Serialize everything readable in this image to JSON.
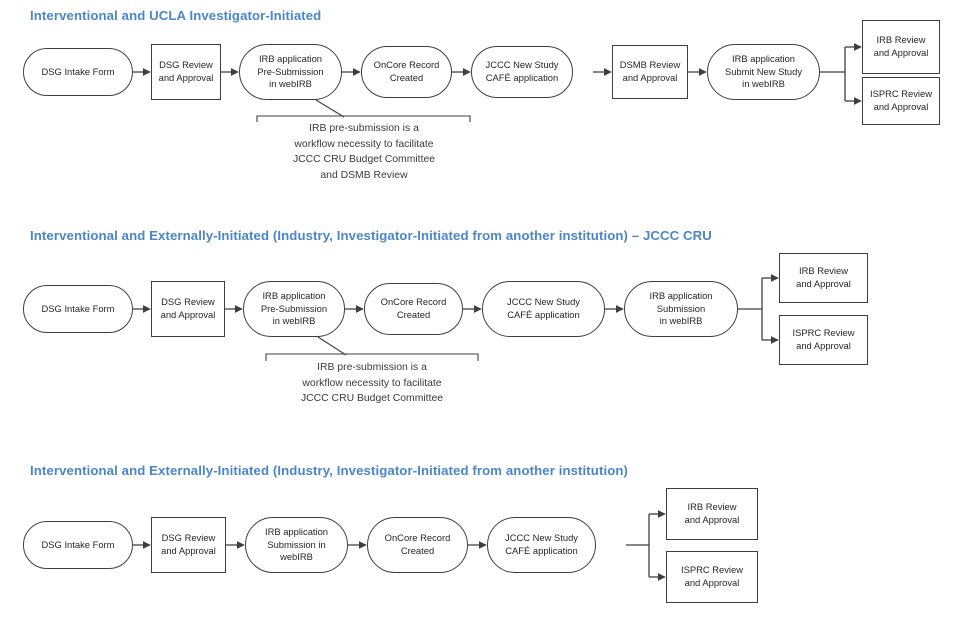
{
  "document": {
    "title": "Clinical Trial Study Startup Workflows",
    "heading_color": "#4a86c8",
    "line_color": "#3f3f3f",
    "text_color": "#262626"
  },
  "sections": [
    {
      "id": "section-1",
      "heading": "Interventional and UCLA Investigator-Initiated",
      "nodes": [
        {
          "id": "r1-n1",
          "shape": "oval",
          "label": "DSG Intake Form"
        },
        {
          "id": "r1-n2",
          "shape": "rect",
          "label": "DSG Review\nand Approval"
        },
        {
          "id": "r1-n3",
          "shape": "oval",
          "label": "IRB application\nPre-Submission\nin webIRB"
        },
        {
          "id": "r1-n4",
          "shape": "oval",
          "label": "OnCore Record\nCreated"
        },
        {
          "id": "r1-n5",
          "shape": "oval",
          "label": "JCCC New Study\nCAFÉ application"
        },
        {
          "id": "r1-n6",
          "shape": "rect",
          "label": "DSMB Review\nand Approval"
        },
        {
          "id": "r1-n7",
          "shape": "oval",
          "label": "IRB application\nSubmit New Study\nin webIRB"
        },
        {
          "id": "r1-n8",
          "shape": "rect",
          "label": "IRB Review\nand Approval"
        },
        {
          "id": "r1-n9",
          "shape": "rect",
          "label": "ISPRC Review\nand Approval"
        }
      ],
      "note": "IRB pre-submission is a\nworkflow necessity to facilitate\nJCCC CRU Budget Committee\nand DSMB Review"
    },
    {
      "id": "section-2",
      "heading": "Interventional and Externally-Initiated (Industry,  Investigator-Initiated from another institution) – JCCC CRU",
      "nodes": [
        {
          "id": "r2-n1",
          "shape": "oval",
          "label": "DSG Intake Form"
        },
        {
          "id": "r2-n2",
          "shape": "rect",
          "label": "DSG Review\nand Approval"
        },
        {
          "id": "r2-n3",
          "shape": "oval",
          "label": "IRB application\nPre-Submission\nin webIRB"
        },
        {
          "id": "r2-n4",
          "shape": "oval",
          "label": "OnCore Record\nCreated"
        },
        {
          "id": "r2-n5",
          "shape": "oval",
          "label": "JCCC New Study\nCAFÉ application"
        },
        {
          "id": "r2-n6",
          "shape": "oval",
          "label": "IRB application\nSubmission\nin webIRB"
        },
        {
          "id": "r2-n7",
          "shape": "rect",
          "label": "IRB Review\nand Approval"
        },
        {
          "id": "r2-n8",
          "shape": "rect",
          "label": "ISPRC Review\nand Approval"
        }
      ],
      "note": "IRB pre-submission is a\nworkflow necessity to facilitate\nJCCC CRU Budget Committee"
    },
    {
      "id": "section-3",
      "heading": "Interventional and Externally-Initiated (Industry,  Investigator-Initiated from another institution)",
      "nodes": [
        {
          "id": "r3-n1",
          "shape": "oval",
          "label": "DSG Intake Form"
        },
        {
          "id": "r3-n2",
          "shape": "rect",
          "label": "DSG Review\nand Approval"
        },
        {
          "id": "r3-n3",
          "shape": "oval",
          "label": "IRB application\nSubmission in\nwebIRB"
        },
        {
          "id": "r3-n4",
          "shape": "oval",
          "label": "OnCore Record\nCreated"
        },
        {
          "id": "r3-n5",
          "shape": "oval",
          "label": "JCCC New Study\nCAFÉ application"
        },
        {
          "id": "r3-n6",
          "shape": "rect",
          "label": "IRB Review\nand Approval"
        },
        {
          "id": "r3-n7",
          "shape": "rect",
          "label": "ISPRC Review\nand Approval"
        }
      ],
      "note": null
    }
  ]
}
